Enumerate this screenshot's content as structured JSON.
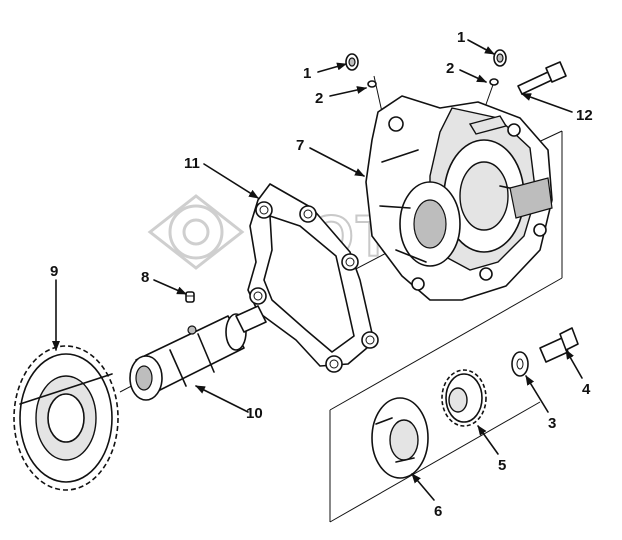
{
  "watermark": {
    "text": "POTOP"
  },
  "callouts": [
    {
      "id": "1a",
      "label": "1",
      "part": "plug"
    },
    {
      "id": "1b",
      "label": "1",
      "part": "plug"
    },
    {
      "id": "2a",
      "label": "2",
      "part": "o-ring"
    },
    {
      "id": "2b",
      "label": "2",
      "part": "o-ring"
    },
    {
      "id": "3",
      "label": "3",
      "part": "washer"
    },
    {
      "id": "4",
      "label": "4",
      "part": "capscrew"
    },
    {
      "id": "5",
      "label": "5",
      "part": "gear"
    },
    {
      "id": "6",
      "label": "6",
      "part": "thrust plate"
    },
    {
      "id": "7",
      "label": "7",
      "part": "housing"
    },
    {
      "id": "8",
      "label": "8",
      "part": "plug"
    },
    {
      "id": "9",
      "label": "9",
      "part": "gear"
    },
    {
      "id": "10",
      "label": "10",
      "part": "shaft"
    },
    {
      "id": "11",
      "label": "11",
      "part": "gasket"
    },
    {
      "id": "12",
      "label": "12",
      "part": "capscrew"
    }
  ]
}
